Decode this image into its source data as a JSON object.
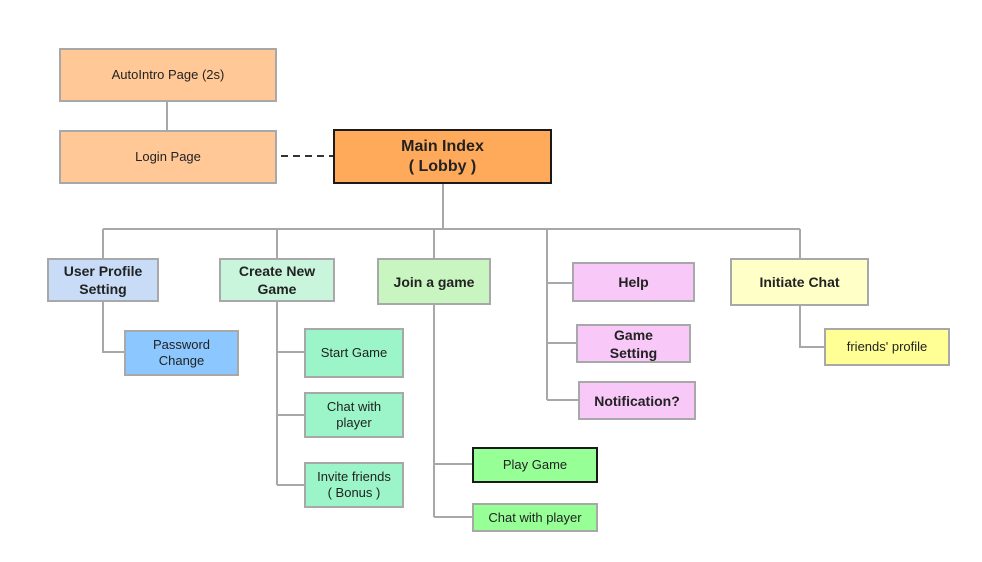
{
  "colors": {
    "peach": "#ffc896",
    "orange": "#ffaa5a",
    "light_blue": "#c8dcf8",
    "blue": "#8cc8ff",
    "light_mint": "#c8f5dc",
    "mint": "#9bf5c8",
    "light_green": "#c8f5c0",
    "green": "#96ff96",
    "pink": "#f8c8f8",
    "light_yellow": "#ffffc8",
    "yellow": "#ffff96",
    "line": "#a8a8a8",
    "dashed_line": "#333333"
  },
  "nodes": {
    "autointro": "AutoIntro Page (2s)",
    "login": "Login Page",
    "main_index": "Main Index\n( Lobby )",
    "user_profile": "User Profile\nSetting",
    "password_change": "Password\nChange",
    "create_new_game": "Create New\nGame",
    "start_game": "Start Game",
    "chat_with_player_1": "Chat with\nplayer",
    "invite_friends": "Invite friends\n( Bonus )",
    "join_a_game": "Join a game",
    "play_game": "Play Game",
    "chat_with_player_2": "Chat with player",
    "help": "Help",
    "game_setting": "Game\nSetting",
    "notification": "Notification?",
    "initiate_chat": "Initiate Chat",
    "friends_profile": "friends' profile"
  }
}
